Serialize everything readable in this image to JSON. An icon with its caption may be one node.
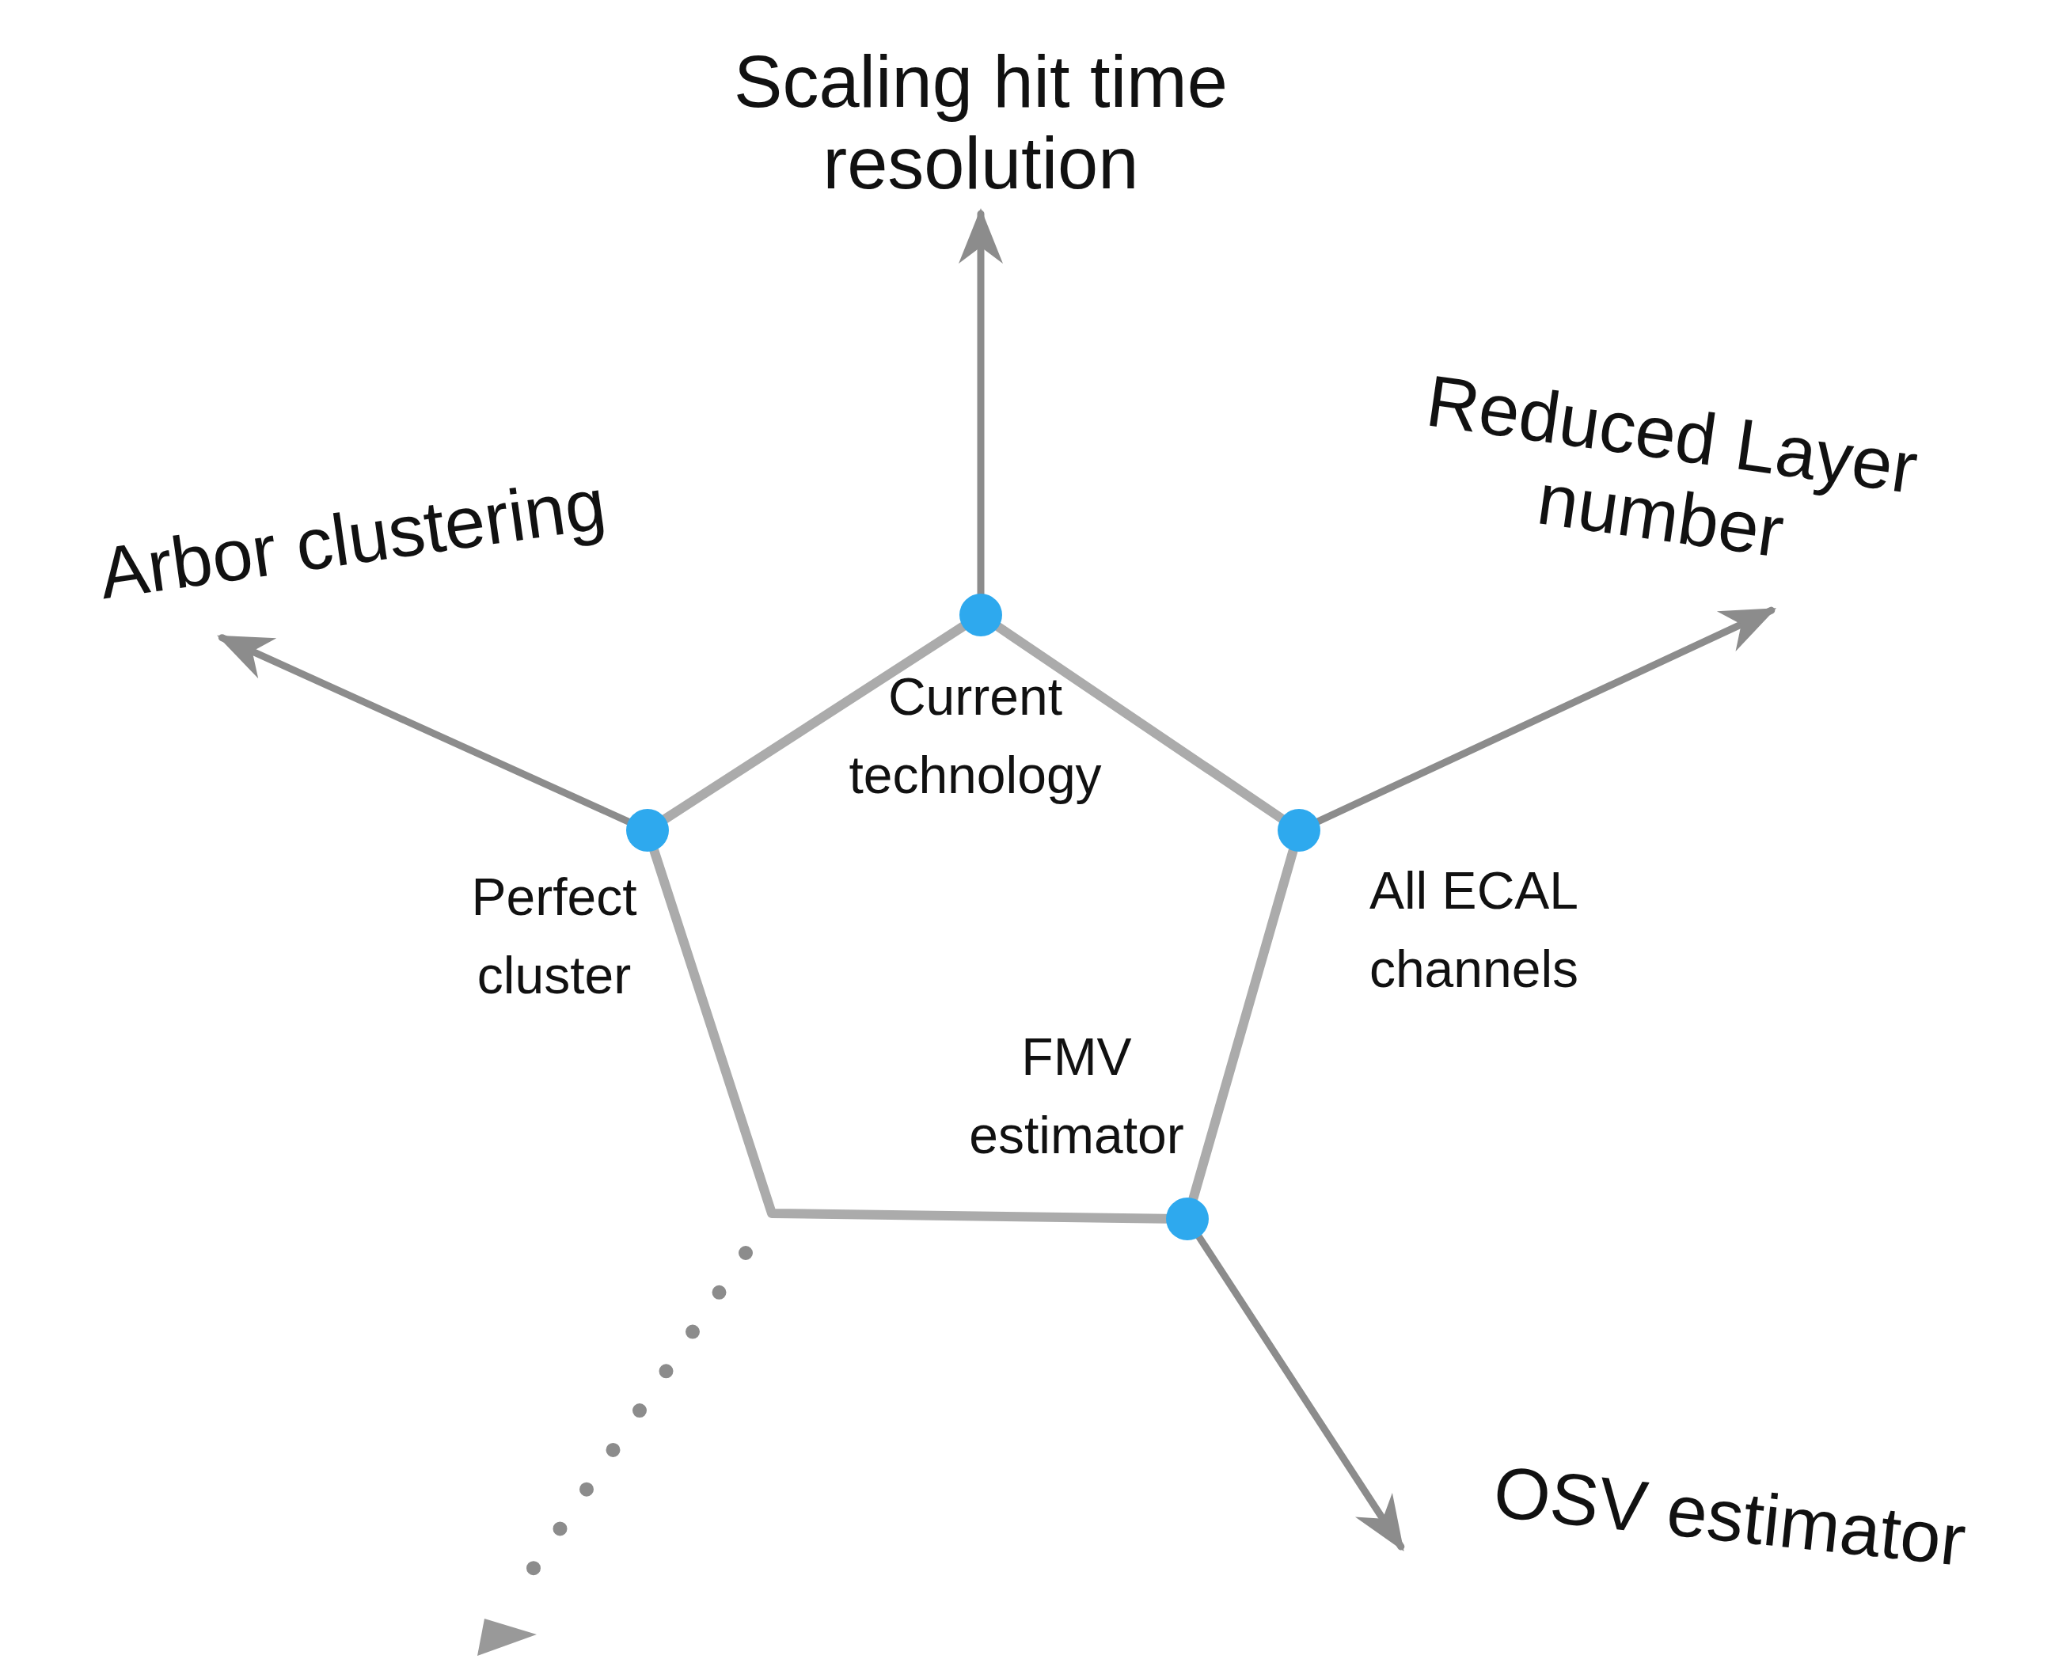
{
  "diagram": {
    "nodes": [
      {
        "text": [
          "Scaling hit time resolution"
        ]
      },
      {
        "text": [
          "Arbor clustering"
        ]
      },
      {
        "text": [
          "Reduced Layer number"
        ]
      },
      {
        "text": [
          "OSV estimator"
        ]
      },
      {
        "text": [],
        "shape": "circle",
        "beside": [
          "Current technology"
        ]
      },
      {
        "text": [],
        "shape": "circle",
        "beside": [
          "Perfect cluster"
        ]
      },
      {
        "text": [],
        "shape": "circle",
        "beside": [
          "All ECAL channels"
        ]
      },
      {
        "text": [],
        "shape": "circle",
        "beside": [
          "FMV estimator"
        ]
      }
    ],
    "edges": [
      {
        "from": 4,
        "to": 0,
        "arrow": "to"
      },
      {
        "from": 5,
        "to": 1,
        "arrow": "to"
      },
      {
        "from": 6,
        "to": 2,
        "arrow": "to"
      },
      {
        "from": 7,
        "to": 3,
        "arrow": "to"
      },
      {
        "from": 4,
        "to": 5,
        "arrow": "none",
        "color": "#ababab"
      },
      {
        "from": 4,
        "to": 6,
        "arrow": "none",
        "color": "#ababab"
      },
      {
        "from": 6,
        "to": 7,
        "arrow": "none",
        "color": "#ababab"
      },
      {
        "from": 5,
        "to": 7,
        "arrow": "none",
        "color": "#ababab"
      }
    ]
  }
}
